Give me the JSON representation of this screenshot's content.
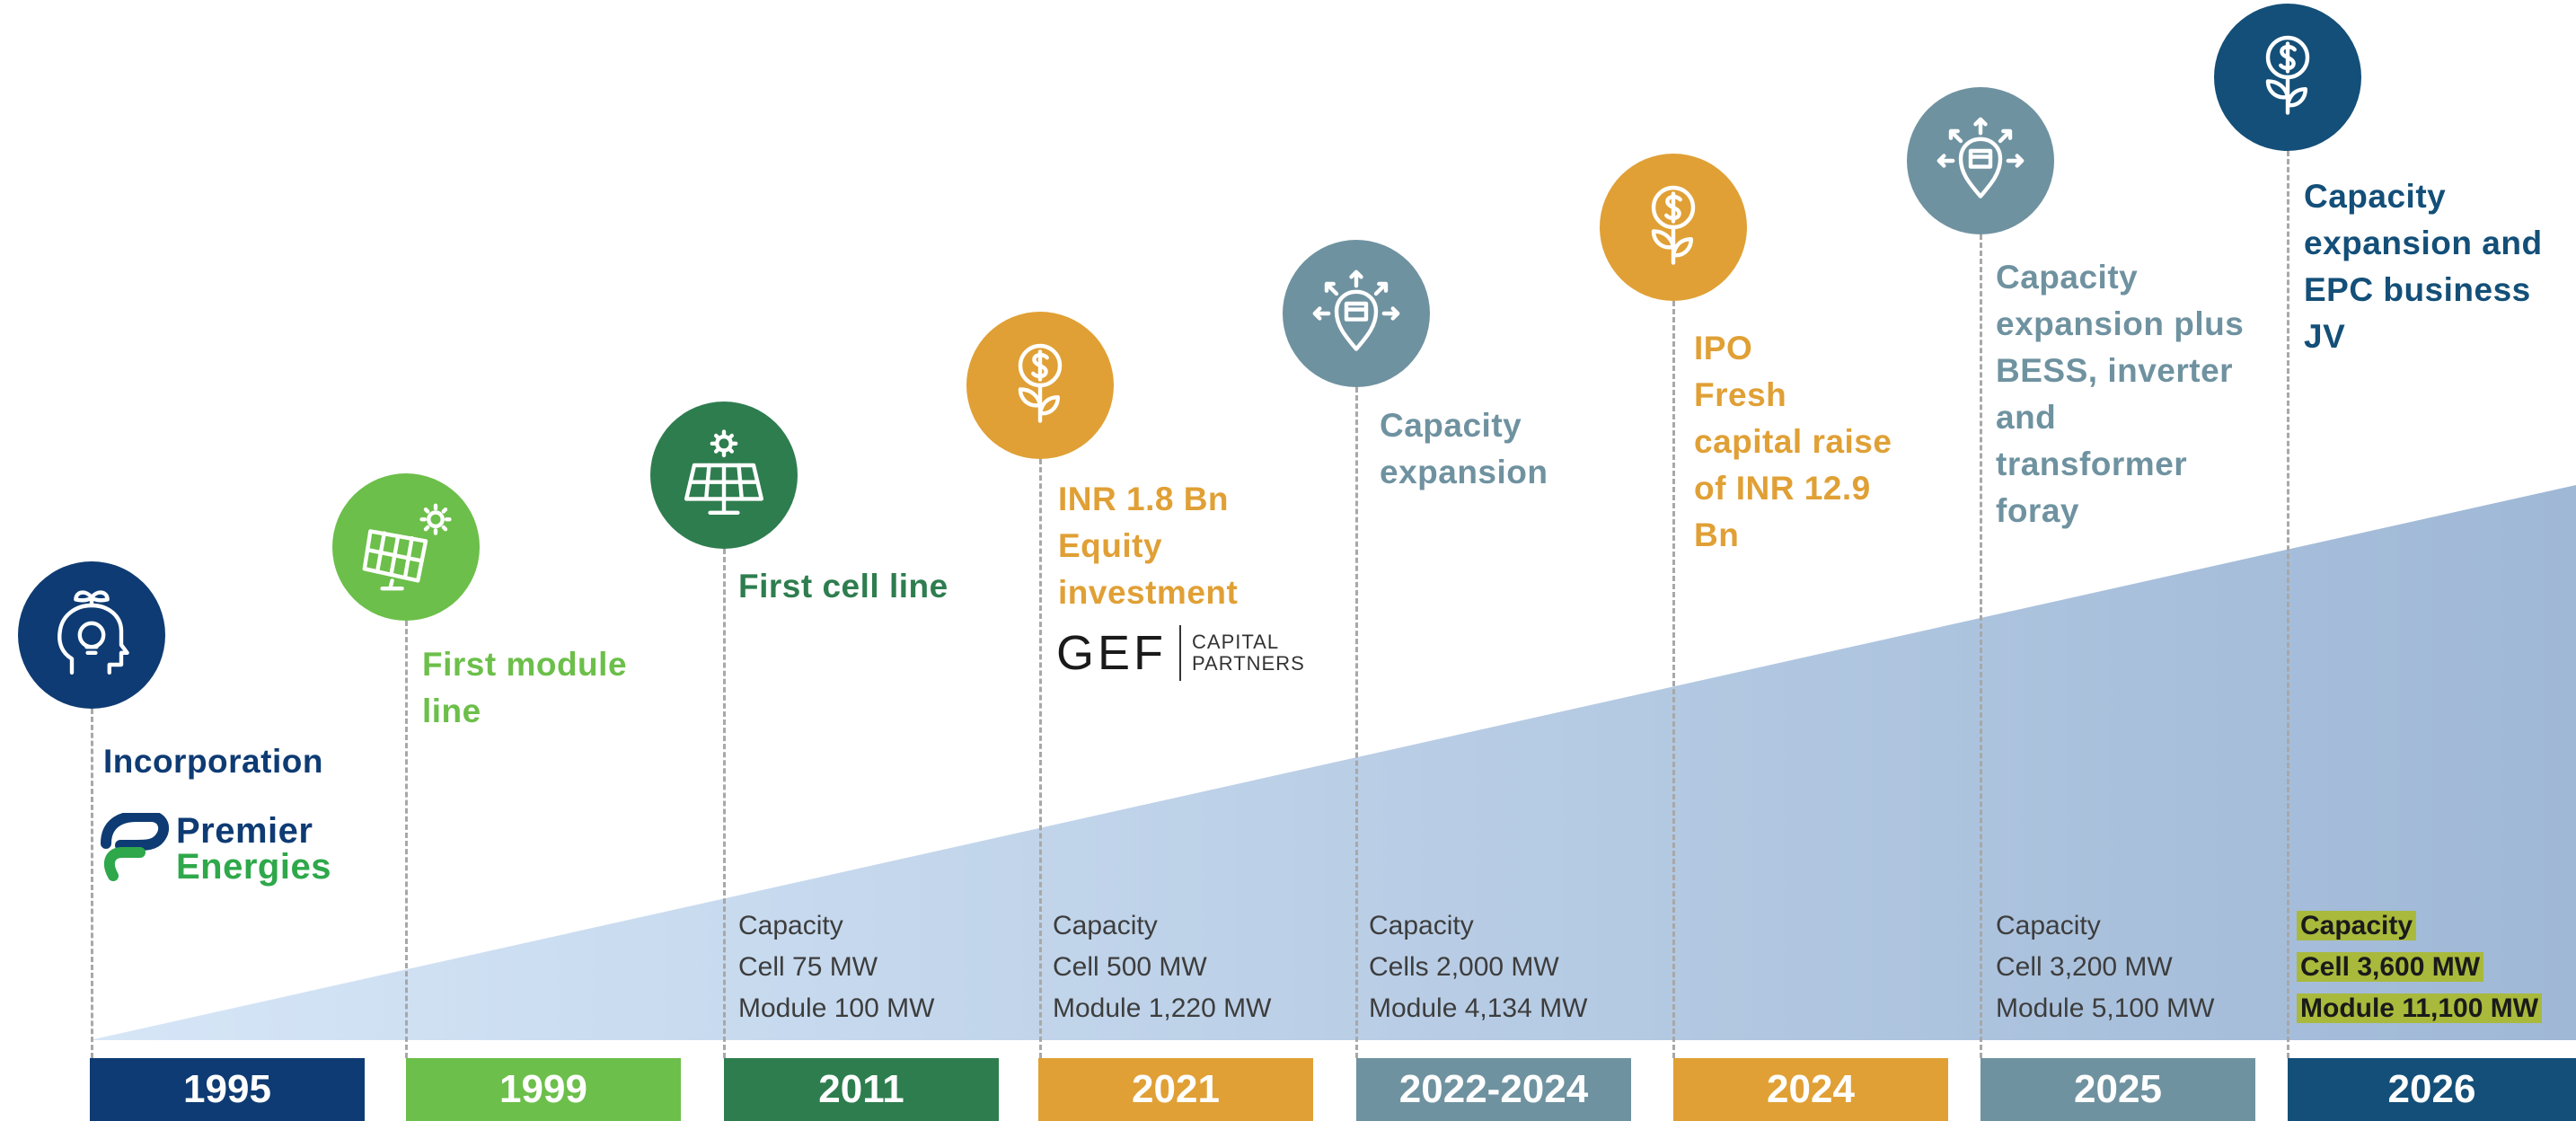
{
  "milestones": [
    {
      "year": "1995",
      "icon": "head-lightbulb-icon",
      "color": "#0e3b73",
      "title": [
        "Incorporation"
      ],
      "capacity": []
    },
    {
      "year": "1999",
      "icon": "solar-panel-sun-icon",
      "color": "#6cbf4a",
      "title": [
        "First module",
        "line"
      ],
      "capacity": []
    },
    {
      "year": "2011",
      "icon": "solar-panel-gear-icon",
      "color": "#2e7d4f",
      "title": [
        "First cell line"
      ],
      "capacity": [
        "Capacity",
        "Cell 75 MW",
        "Module 100 MW"
      ]
    },
    {
      "year": "2021",
      "icon": "money-plant-icon",
      "color": "#e0a035",
      "title": [
        "INR 1.8 Bn",
        "Equity",
        "investment"
      ],
      "capacity": [
        "Capacity",
        "Cell 500 MW",
        "Module 1,220 MW"
      ]
    },
    {
      "year": "2022-2024",
      "icon": "factory-expansion-icon",
      "color": "#6f92a0",
      "title": [
        "Capacity",
        "expansion"
      ],
      "capacity": [
        "Capacity",
        "Cells 2,000 MW",
        "Module 4,134 MW"
      ]
    },
    {
      "year": "2024",
      "icon": "money-plant-icon",
      "color": "#e0a035",
      "title": [
        "IPO",
        "Fresh",
        "capital raise",
        "of INR 12.9",
        "Bn"
      ],
      "capacity": []
    },
    {
      "year": "2025",
      "icon": "factory-expansion-icon",
      "color": "#6f92a0",
      "title": [
        "Capacity",
        "expansion plus",
        "BESS, inverter",
        "and",
        "transformer",
        "foray"
      ],
      "capacity": [
        "Capacity",
        "Cell 3,200 MW",
        "Module 5,100 MW"
      ]
    },
    {
      "year": "2026",
      "icon": "money-plant-icon",
      "color": "#134f78",
      "title": [
        "Capacity",
        "expansion and",
        "EPC business",
        "JV"
      ],
      "capacity": [
        "Capacity",
        "Cell 3,600 MW",
        "Module 11,100 MW"
      ],
      "capacity_highlight": "#a9b93c"
    }
  ],
  "logos": {
    "premier": {
      "line1": "Premier",
      "line2": "Energies",
      "color1": "#0e3b73",
      "color2": "#2ea84a"
    },
    "gef": {
      "mark": "GEF",
      "line1": "CAPITAL",
      "line2": "PARTNERS"
    }
  },
  "wedge": {
    "from_color": "#d6e6f7",
    "to_color": "#9fb8d6"
  }
}
